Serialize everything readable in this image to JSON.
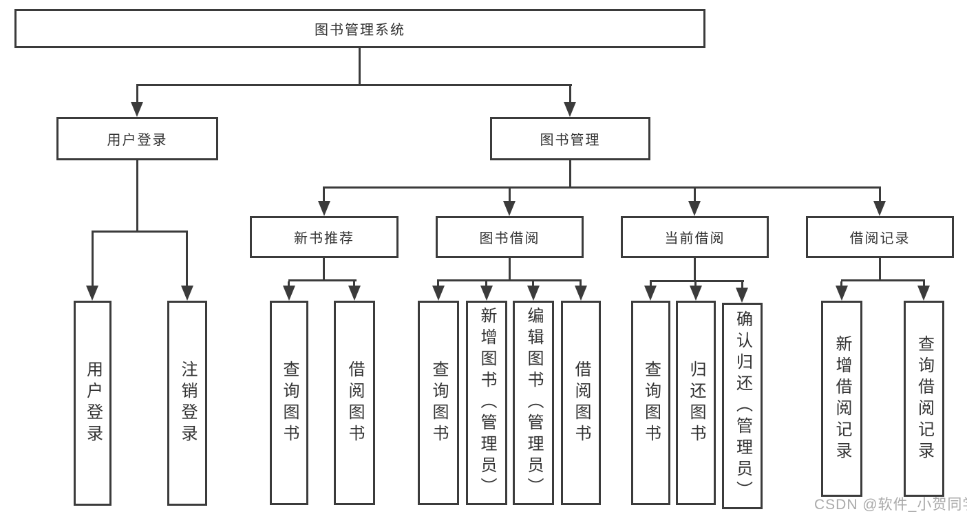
{
  "diagram": {
    "root": "图书管理系统",
    "user_login": {
      "label": "用户登录",
      "children": [
        "用户登录",
        "注销登录"
      ]
    },
    "book_management": {
      "label": "图书管理",
      "new_book_recommend": {
        "label": "新书推荐",
        "children": [
          "查询图书",
          "借阅图书"
        ]
      },
      "book_borrowing": {
        "label": "图书借阅",
        "children": [
          "查询图书",
          "新增图书（管理员）",
          "编辑图书（管理员）",
          "借阅图书"
        ]
      },
      "current_borrowing": {
        "label": "当前借阅",
        "children": [
          "查询图书",
          "归还图书",
          "确认归还（管理员）"
        ]
      },
      "borrowing_records": {
        "label": "借阅记录",
        "children": [
          "新增借阅记录",
          "查询借阅记录"
        ]
      }
    }
  },
  "watermark": "CSDN @软件_小贺同学",
  "colors": {
    "line": "#3b3b3b",
    "text": "#333333",
    "watermark": "#aaaaaa"
  }
}
